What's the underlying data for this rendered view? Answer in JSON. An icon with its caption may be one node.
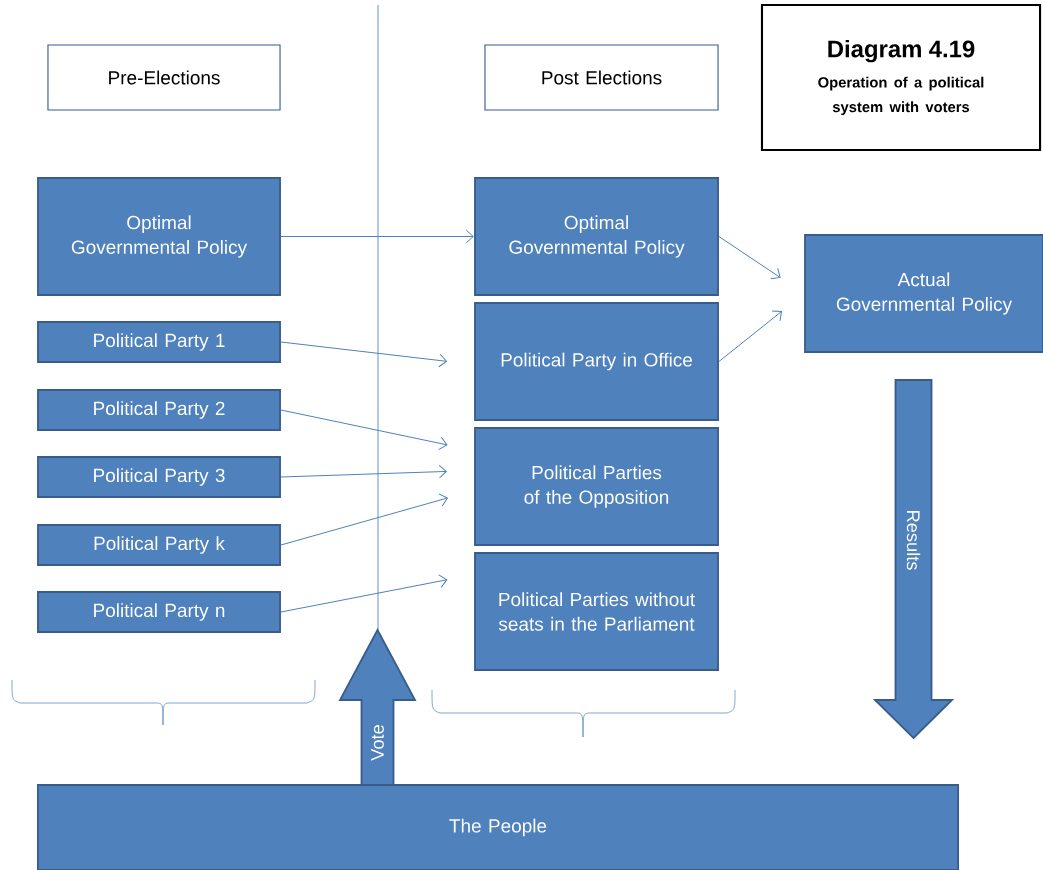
{
  "diagram": {
    "nodes": [
      {
        "text": [
          "Pre-Elections"
        ]
      },
      {
        "text": [
          "Post Elections"
        ]
      },
      {
        "text": [
          "Diagram 4.19",
          "Operation of a political system with voters"
        ]
      },
      {
        "text": [
          "Optimal Governmental Policy"
        ]
      },
      {
        "text": [
          "Political Party 1"
        ]
      },
      {
        "text": [
          "Political Party 2"
        ]
      },
      {
        "text": [
          "Political Party 3"
        ]
      },
      {
        "text": [
          "Political Party k"
        ]
      },
      {
        "text": [
          "Political Party n"
        ]
      },
      {
        "text": [
          "Optimal Governmental Policy"
        ]
      },
      {
        "text": [
          "Political Party in Office"
        ]
      },
      {
        "text": [
          "Political Parties of the Opposition"
        ]
      },
      {
        "text": [
          "Political Parties without seats in the Parliament"
        ]
      },
      {
        "text": [
          "Actual Governmental Policy"
        ]
      },
      {
        "text": [
          "The People"
        ]
      },
      {
        "text": [
          "Vote"
        ]
      },
      {
        "text": [
          "Results"
        ]
      }
    ],
    "edges": [
      {
        "from": 3,
        "to": 9,
        "arrow": "to"
      },
      {
        "from": 4,
        "to": 10,
        "arrow": "to"
      },
      {
        "from": 5,
        "to": 11,
        "arrow": "to"
      },
      {
        "from": 6,
        "to": 11,
        "arrow": "to"
      },
      {
        "from": 7,
        "to": 11,
        "arrow": "to"
      },
      {
        "from": 8,
        "to": 12,
        "arrow": "to"
      },
      {
        "from": 9,
        "to": 13,
        "arrow": "to"
      },
      {
        "from": 10,
        "to": 13,
        "arrow": "to"
      }
    ]
  }
}
